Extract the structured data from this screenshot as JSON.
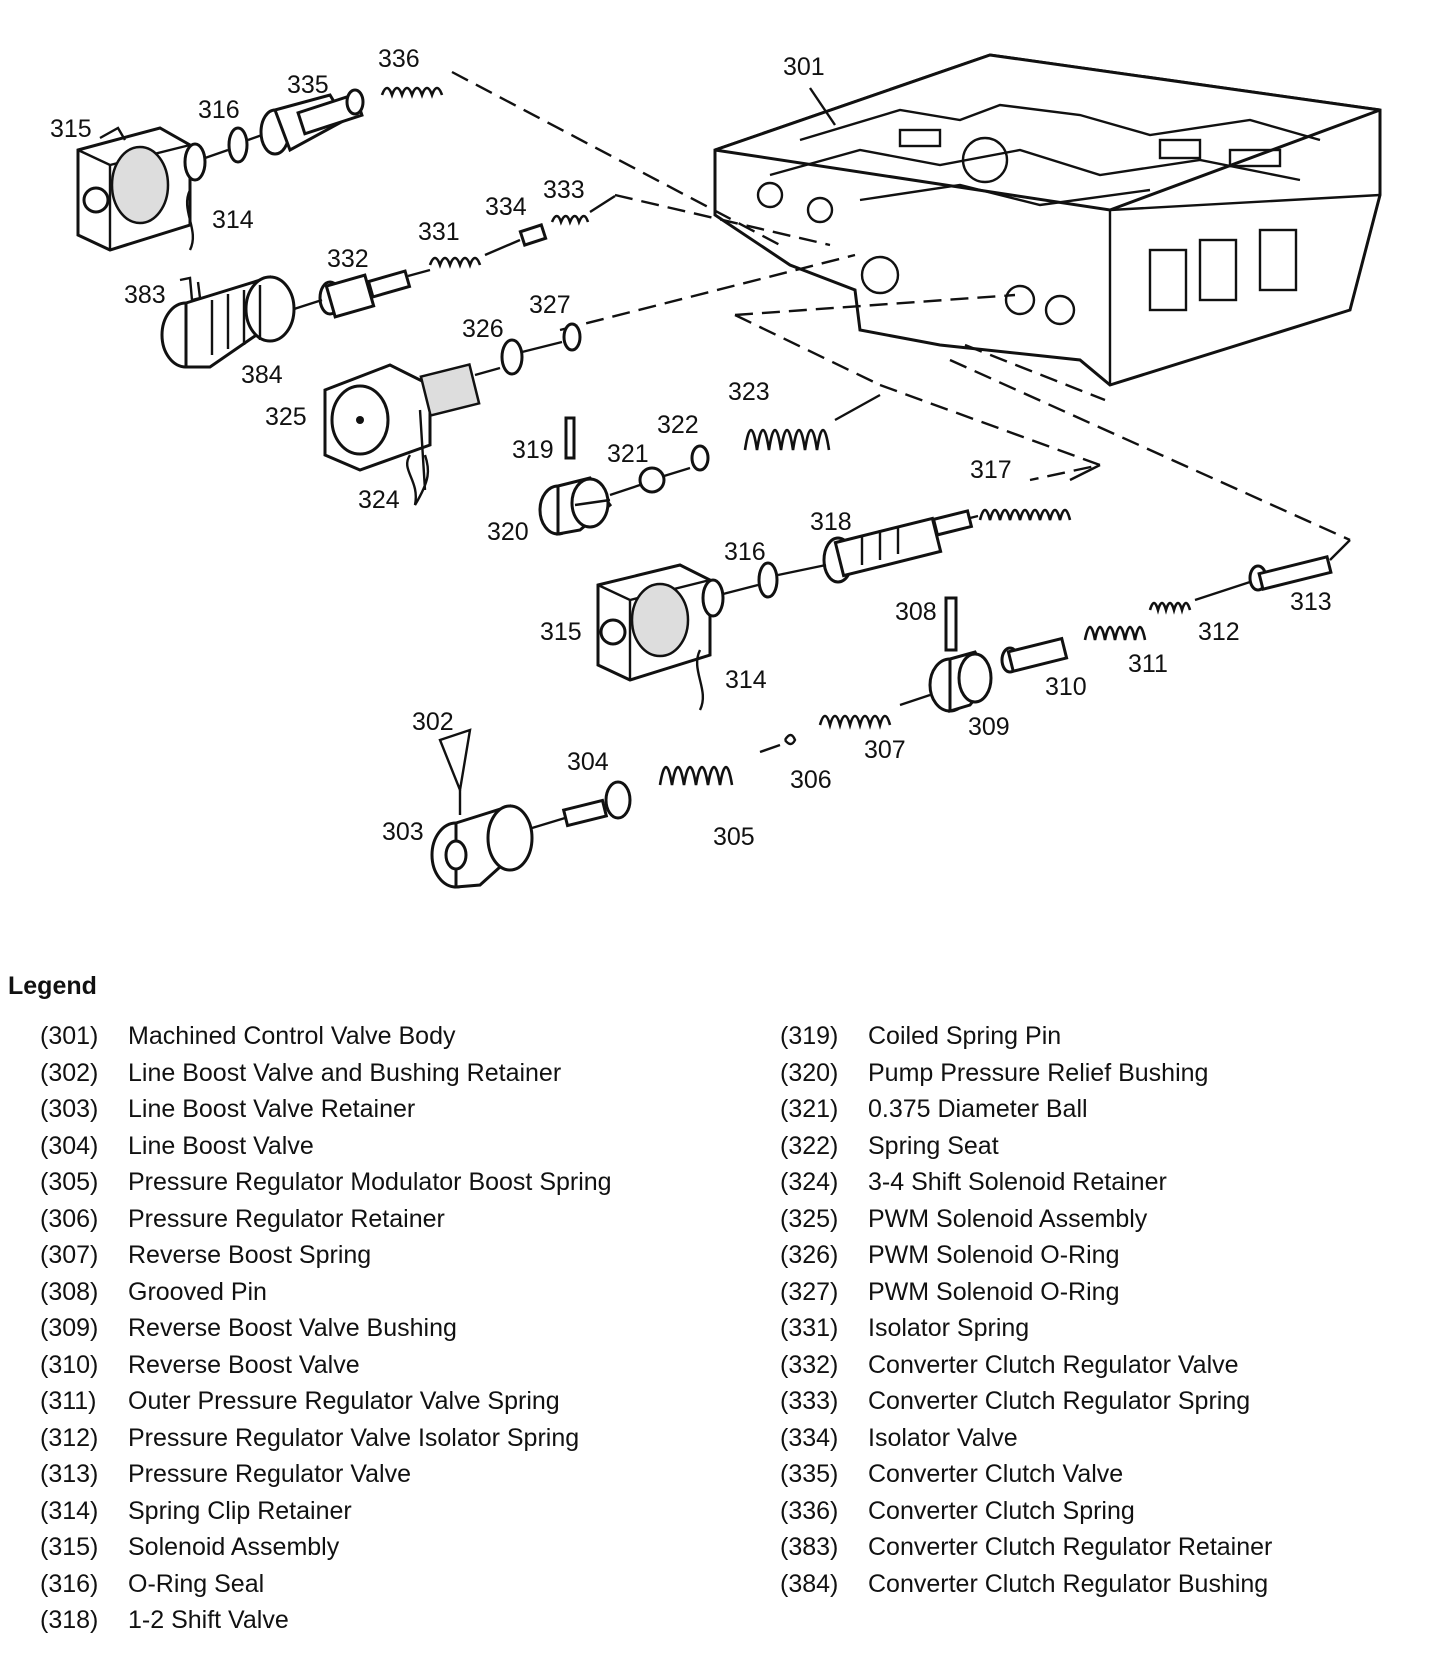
{
  "callouts": [
    "301",
    "302",
    "303",
    "304",
    "305",
    "306",
    "307",
    "308",
    "309",
    "310",
    "311",
    "312",
    "313",
    "314",
    "314",
    "315",
    "315",
    "316",
    "316",
    "317",
    "318",
    "319",
    "320",
    "321",
    "322",
    "323",
    "324",
    "325",
    "326",
    "327",
    "331",
    "332",
    "333",
    "334",
    "335",
    "336",
    "383",
    "384"
  ],
  "legend": {
    "title": "Legend",
    "left": [
      {
        "num": "(301)",
        "text": "Machined Control Valve Body"
      },
      {
        "num": "(302)",
        "text": "Line Boost Valve and Bushing Retainer"
      },
      {
        "num": "(303)",
        "text": "Line Boost Valve Retainer"
      },
      {
        "num": "(304)",
        "text": "Line Boost Valve"
      },
      {
        "num": "(305)",
        "text": "Pressure Regulator Modulator Boost Spring"
      },
      {
        "num": "(306)",
        "text": "Pressure Regulator Retainer"
      },
      {
        "num": "(307)",
        "text": "Reverse Boost Spring"
      },
      {
        "num": "(308)",
        "text": "Grooved Pin"
      },
      {
        "num": "(309)",
        "text": "Reverse Boost Valve Bushing"
      },
      {
        "num": "(310)",
        "text": "Reverse Boost Valve"
      },
      {
        "num": "(311)",
        "text": "Outer Pressure Regulator Valve Spring"
      },
      {
        "num": "(312)",
        "text": "Pressure Regulator Valve Isolator Spring"
      },
      {
        "num": "(313)",
        "text": "Pressure Regulator Valve"
      },
      {
        "num": "(314)",
        "text": "Spring Clip Retainer"
      },
      {
        "num": "(315)",
        "text": "Solenoid Assembly"
      },
      {
        "num": "(316)",
        "text": "O-Ring Seal"
      },
      {
        "num": "(318)",
        "text": "1-2 Shift Valve"
      }
    ],
    "right": [
      {
        "num": "(319)",
        "text": "Coiled Spring Pin"
      },
      {
        "num": "(320)",
        "text": "Pump Pressure Relief Bushing"
      },
      {
        "num": "(321)",
        "text": "0.375 Diameter Ball"
      },
      {
        "num": "(322)",
        "text": "Spring Seat"
      },
      {
        "num": "(324)",
        "text": "3-4 Shift Solenoid Retainer"
      },
      {
        "num": "(325)",
        "text": "PWM Solenoid Assembly"
      },
      {
        "num": "(326)",
        "text": "PWM Solenoid O-Ring"
      },
      {
        "num": "(327)",
        "text": "PWM Solenoid O-Ring"
      },
      {
        "num": "(331)",
        "text": "Isolator Spring"
      },
      {
        "num": "(332)",
        "text": "Converter Clutch Regulator Valve"
      },
      {
        "num": "(333)",
        "text": "Converter Clutch Regulator Spring"
      },
      {
        "num": "(334)",
        "text": "Isolator Valve"
      },
      {
        "num": "(335)",
        "text": "Converter Clutch Valve"
      },
      {
        "num": "(336)",
        "text": "Converter Clutch Spring"
      },
      {
        "num": "(383)",
        "text": "Converter Clutch Regulator Retainer"
      },
      {
        "num": "(384)",
        "text": "Converter Clutch Regulator Bushing"
      }
    ]
  }
}
